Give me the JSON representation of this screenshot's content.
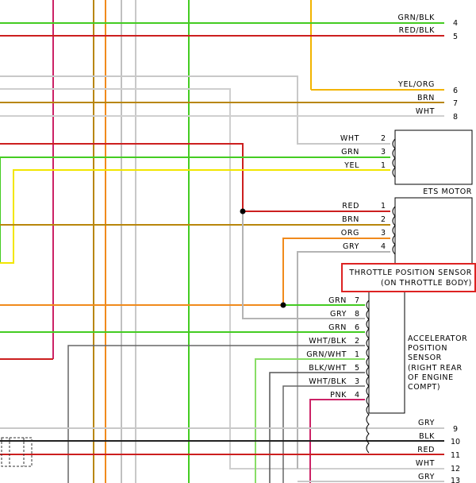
{
  "colors": {
    "green": "#44cc22",
    "red": "#cc1f1f",
    "pink": "#cc2266",
    "brown": "#b8860b",
    "orange": "#f08a1c",
    "yellow": "#f2e600",
    "gray": "#b4b4b4",
    "white_wire": "#c8c8c8",
    "black": "#333333",
    "highlight": "#dd2222"
  },
  "top_wires": [
    {
      "label": "GRN/BLK",
      "num": "4"
    },
    {
      "label": "RED/BLK",
      "num": "5"
    },
    {
      "label": "YEL/ORG",
      "num": "6"
    },
    {
      "label": "BRN",
      "num": "7"
    },
    {
      "label": "WHT",
      "num": "8"
    }
  ],
  "ets_motor": {
    "name": "ETS MOTOR",
    "pins": [
      {
        "label": "WHT",
        "num": "2"
      },
      {
        "label": "GRN",
        "num": "3"
      },
      {
        "label": "YEL",
        "num": "1"
      }
    ]
  },
  "tps": {
    "line1": "THROTTLE POSITION SENSOR",
    "line2": "(ON THROTTLE BODY)",
    "pins": [
      {
        "label": "RED",
        "num": "1"
      },
      {
        "label": "BRN",
        "num": "2"
      },
      {
        "label": "ORG",
        "num": "3"
      },
      {
        "label": "GRY",
        "num": "4"
      }
    ]
  },
  "aps": {
    "lines": [
      "ACCELERATOR",
      "POSITION",
      "SENSOR",
      "(RIGHT REAR",
      "OF ENGINE",
      "COMPT)"
    ],
    "pins": [
      {
        "label": "GRN",
        "num": "7"
      },
      {
        "label": "GRY",
        "num": "8"
      },
      {
        "label": "GRN",
        "num": "6"
      },
      {
        "label": "WHT/BLK",
        "num": "2"
      },
      {
        "label": "GRN/WHT",
        "num": "1"
      },
      {
        "label": "BLK/WHT",
        "num": "5"
      },
      {
        "label": "WHT/BLK",
        "num": "3"
      },
      {
        "label": "PNK",
        "num": "4"
      }
    ]
  },
  "bottom_wires": [
    {
      "label": "GRY",
      "num": "9"
    },
    {
      "label": "BLK",
      "num": "10"
    },
    {
      "label": "RED",
      "num": "11"
    },
    {
      "label": "WHT",
      "num": "12"
    },
    {
      "label": "GRY",
      "num": "13"
    }
  ]
}
